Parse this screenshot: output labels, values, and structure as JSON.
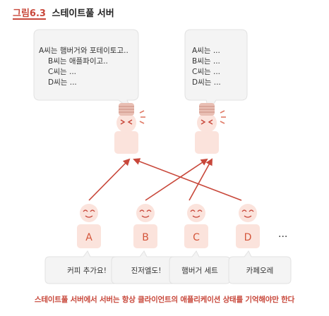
{
  "figure": {
    "label": "그림6.3",
    "title": "스테이트풀 서버"
  },
  "servers": [
    {
      "memory_lines": [
        "A씨는 햄버거와 포테이토고..",
        "B씨는 애플파이고..",
        "C씨는 ...",
        "D씨는 ..."
      ]
    },
    {
      "memory_lines": [
        "A씨는 ...",
        "B씨는 ...",
        "C씨는 ...",
        "D씨는 ..."
      ]
    }
  ],
  "clients": [
    {
      "label": "A",
      "order": "커피 추가요!"
    },
    {
      "label": "B",
      "order": "진저엘도!"
    },
    {
      "label": "C",
      "order": "햄버거 세트"
    },
    {
      "label": "D",
      "order": "카페오레"
    }
  ],
  "more_clients": "...",
  "caption": "스테이트풀 서버에서 서버는 항상 클라이언트의 애플리케이션 상태를 기억해야만 한다",
  "colors": {
    "accent": "#c8473a",
    "figure_fill": "#fbe3dc",
    "bubble_fill": "#f4f4f4",
    "arrow": "#c8473a"
  }
}
